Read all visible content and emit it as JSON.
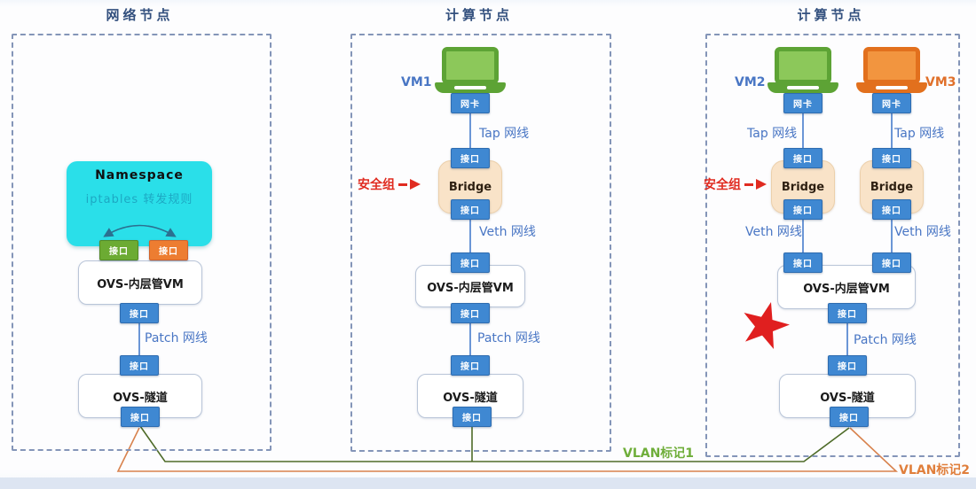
{
  "headers": {
    "network_node": "网络节点",
    "compute_node_1": "计算节点",
    "compute_node_2": "计算节点"
  },
  "shared": {
    "port": "接口",
    "nic": "网卡",
    "tap_cable": "Tap 网线",
    "veth_cable": "Veth 网线",
    "patch_cable": "Patch 网线",
    "bridge": "Bridge",
    "security_group": "安全组",
    "ovs_integration": "OVS-内层管VM",
    "ovs_tunnel": "OVS-隧道"
  },
  "network_node": {
    "namespace_title": "Namespace",
    "namespace_rule": "iptables 转发规则"
  },
  "vms": {
    "vm1": "VM1",
    "vm2": "VM2",
    "vm3": "VM3"
  },
  "vlan": {
    "tag1": "VLAN标记1",
    "tag2": "VLAN标记2"
  },
  "colors": {
    "port_blue": "#3f88d2",
    "port_green": "#6cab33",
    "port_orange": "#ed7d31",
    "namespace_cyan": "#2adfe9",
    "bridge_peach": "#f9e3c8",
    "vm_green": "#5da335",
    "vm_orange": "#e2701d",
    "security_red": "#e02b20",
    "label_blue": "#4976c4",
    "header_blue": "#33507e",
    "vlan1_line": "#4e6b28",
    "vlan2_line": "#d8824d",
    "vlan1_text": "#6fae3a",
    "vlan2_text": "#e07f3c",
    "star_red": "#e01f1f",
    "connector_blue": "#6b96d6"
  }
}
